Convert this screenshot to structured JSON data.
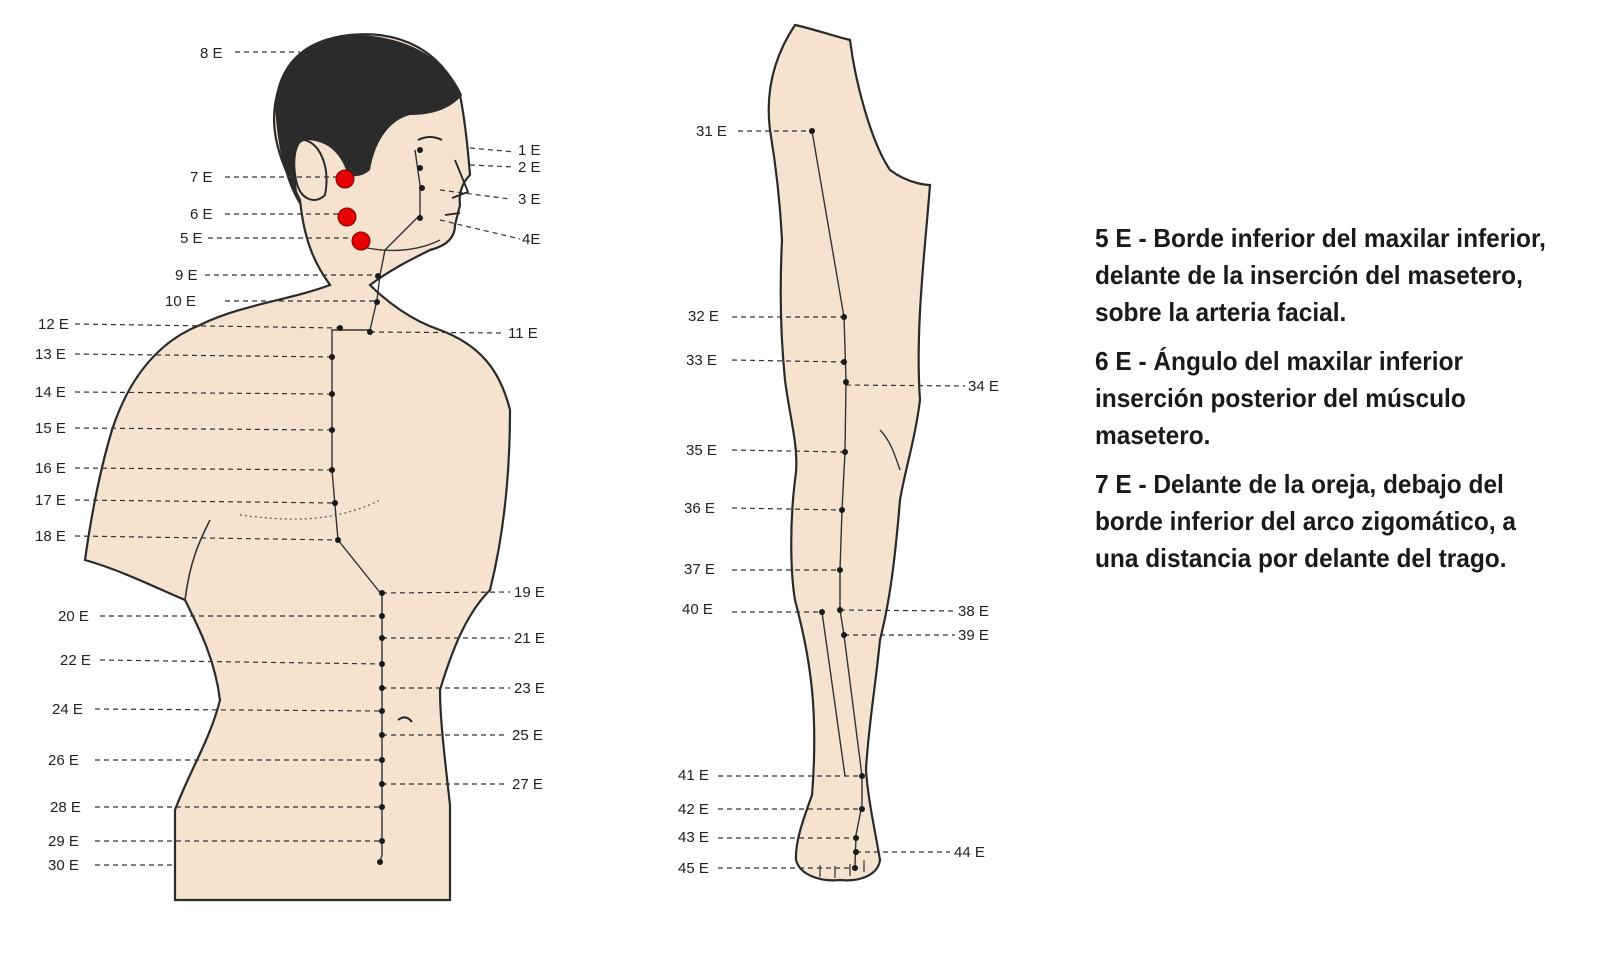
{
  "torso_labels": [
    "8 E",
    "1 E",
    "2 E",
    "3 E",
    "4E",
    "7 E",
    "6 E",
    "5 E",
    "9 E",
    "10 E",
    "12 E",
    "11 E",
    "13 E",
    "14 E",
    "15 E",
    "16 E",
    "17 E",
    "18 E",
    "19 E",
    "20 E",
    "21 E",
    "22 E",
    "23 E",
    "24 E",
    "25 E",
    "26 E",
    "27 E",
    "28 E",
    "29 E",
    "30 E"
  ],
  "leg_labels": [
    "31 E",
    "32 E",
    "33 E",
    "34 E",
    "35 E",
    "36 E",
    "37 E",
    "40 E",
    "38 E",
    "39 E",
    "41 E",
    "42 E",
    "43 E",
    "44 E",
    "45 E"
  ],
  "highlighted_points": [
    "7 E",
    "6 E",
    "5 E"
  ],
  "highlight_color": "#e60000",
  "descriptions": [
    {
      "point": "5 E",
      "text": "5 E - Borde inferior del maxilar inferior, delante de la inserción del masetero, sobre la arteria facial."
    },
    {
      "point": "6 E",
      "text": "6 E - Ángulo del maxilar inferior inserción posterior del músculo masetero."
    },
    {
      "point": "7 E",
      "text": "7 E - Delante de la oreja, debajo del borde inferior del arco zigomático, a una distancia por delante del trago."
    }
  ]
}
